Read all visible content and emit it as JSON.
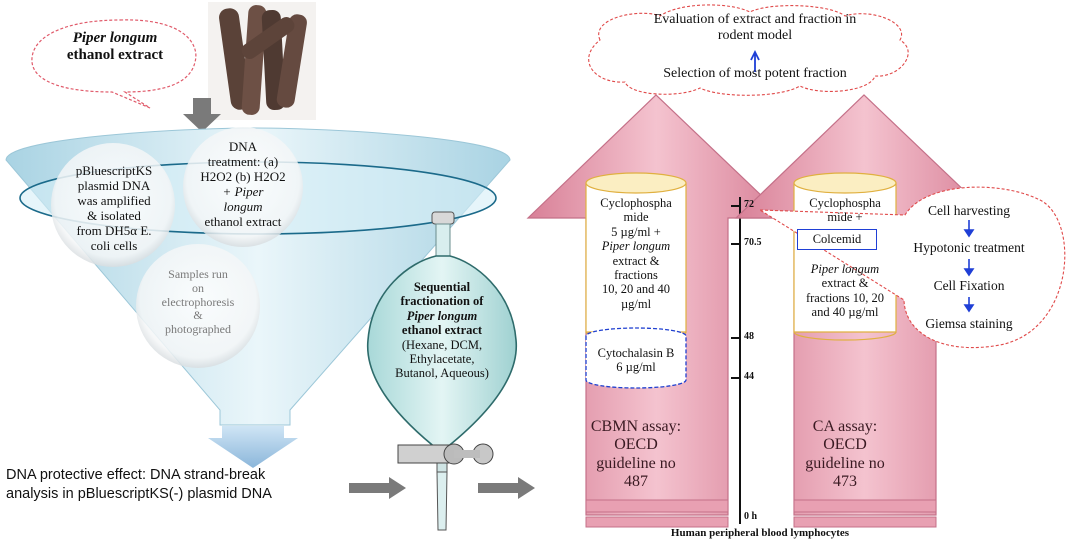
{
  "extract_bubble": {
    "line1": "Piper longum",
    "line2": "ethanol extract"
  },
  "funnel": {
    "circle_left": [
      "pBluescriptKS",
      "plasmid DNA",
      "was amplified",
      "& isolated",
      "from DH5α E.",
      "coli cells"
    ],
    "circle_top": [
      "DNA",
      "treatment: (a)",
      "H2O2 (b) H2O2",
      "+ Piper",
      "longum",
      "ethanol extract"
    ],
    "circle_bottom": [
      "Samples run",
      "on",
      "electrophoresis",
      "&",
      "photographed"
    ]
  },
  "dna_result": [
    "DNA protective effect: DNA strand-break",
    "analysis in pBluescriptKS(-) plasmid DNA"
  ],
  "fractionation": {
    "title_lines": [
      "Sequential",
      "fractionation of",
      "Piper longum",
      "ethanol extract"
    ],
    "solvents_lines": [
      "(Hexane, DCM,",
      "Ethylacetate,",
      "Butanol, Aqueous)"
    ]
  },
  "cloud": {
    "line1": "Evaluation of extract and fraction in",
    "line2": "rodent model",
    "line3": "Selection of most potent fraction"
  },
  "cbmn_arrow": {
    "treatment_lines": [
      "Cyclophospha",
      "mide",
      "5 µg/ml +",
      "Piper longum",
      "extract &",
      "fractions",
      "10, 20 and 40",
      "µg/ml"
    ],
    "cytochalasin_lines": [
      "Cytochalasin B",
      "6 µg/ml"
    ],
    "assay_lines": [
      "CBMN assay:",
      "OECD",
      "guideline no",
      "487"
    ]
  },
  "timeline": {
    "ticks": [
      "72",
      "70.5",
      "48",
      "44",
      "0 h"
    ]
  },
  "ca_arrow": {
    "treatment_lines": [
      "Cyclophospha",
      "mide +"
    ],
    "colcemid": "Colcemid",
    "extract_lines": [
      "Piper longum",
      "extract &",
      "fractions 10, 20",
      "and 40 µg/ml"
    ],
    "assay_lines": [
      "CA assay:",
      "OECD",
      "guideline no",
      "473"
    ]
  },
  "steps": [
    "Cell harvesting",
    "Hypotonic treatment",
    "Cell Fixation",
    "Giemsa staining"
  ],
  "footer": "Human peripheral blood lymphocytes",
  "colors": {
    "arrow_fill": "#e8a0b2",
    "arrow_stroke": "#c47088",
    "funnel": "#c9e6f0",
    "cylinder": "#fbeec2",
    "blue": "#1f3fd6",
    "dashed_red": "#e04a4a"
  }
}
